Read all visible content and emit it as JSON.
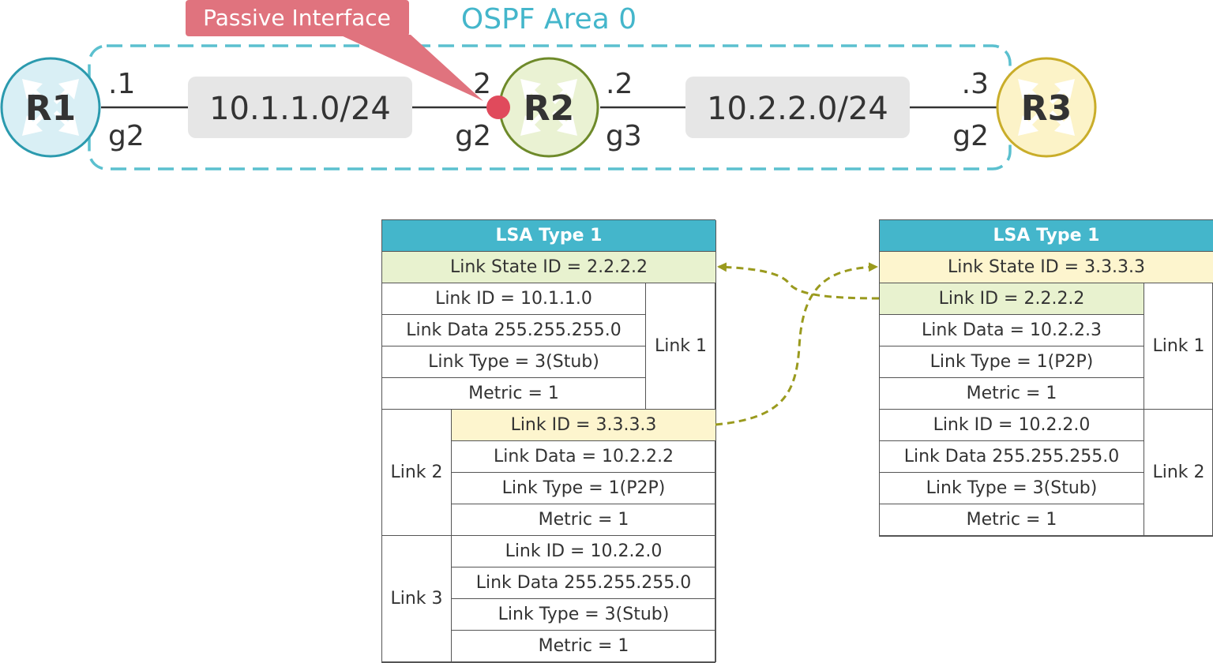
{
  "topology": {
    "area_label": "OSPF Area 0",
    "callout": "Passive Interface",
    "routers": [
      {
        "name": "R1",
        "color": "#2b9aae",
        "fill": "#d9eff5"
      },
      {
        "name": "R2",
        "color": "#6e8a2a",
        "fill": "#eaf2d3"
      },
      {
        "name": "R3",
        "color": "#c9ad2a",
        "fill": "#fcf3c8"
      }
    ],
    "networks": [
      "10.1.1.0/24",
      "10.2.2.0/24"
    ],
    "r1_link": {
      "addr": ".1",
      "iface": "g2"
    },
    "r2_left": {
      "addr": ".2",
      "iface": "g2"
    },
    "r2_right": {
      "addr": ".2",
      "iface": "g3"
    },
    "r3_link": {
      "addr": ".3",
      "iface": "g2"
    }
  },
  "lsa_r2": {
    "title": "LSA Type 1",
    "link_state_id": "Link State ID = 2.2.2.2",
    "link1": {
      "label": "Link 1",
      "rows": [
        "Link ID = 10.1.1.0",
        "Link Data 255.255.255.0",
        "Link Type = 3(Stub)",
        "Metric = 1"
      ]
    },
    "link2": {
      "label": "Link 2",
      "rows": [
        "Link ID = 3.3.3.3",
        "Link Data = 10.2.2.2",
        "Link Type = 1(P2P)",
        "Metric = 1"
      ]
    },
    "link3": {
      "label": "Link 3",
      "rows": [
        "Link ID = 10.2.2.0",
        "Link Data 255.255.255.0",
        "Link Type = 3(Stub)",
        "Metric = 1"
      ]
    }
  },
  "lsa_r3": {
    "title": "LSA Type 1",
    "link_state_id": "Link State ID = 3.3.3.3",
    "link1": {
      "label": "Link 1",
      "rows": [
        "Link ID = 2.2.2.2",
        "Link Data = 10.2.2.3",
        "Link Type = 1(P2P)",
        "Metric = 1"
      ]
    },
    "link2": {
      "label": "Link 2",
      "rows": [
        "Link ID = 10.2.2.0",
        "Link Data 255.255.255.0",
        "Link Type = 3(Stub)",
        "Metric = 1"
      ]
    }
  },
  "colors": {
    "area_border": "#5bc0cf",
    "area_text": "#44b6cb",
    "callout": "#e0737e",
    "passive_dot": "#e04a5c",
    "network_box": "#e6e6e6",
    "arrow": "#9a9a1e"
  },
  "icons": [
    "router-icon",
    "passive-interface-dot"
  ]
}
